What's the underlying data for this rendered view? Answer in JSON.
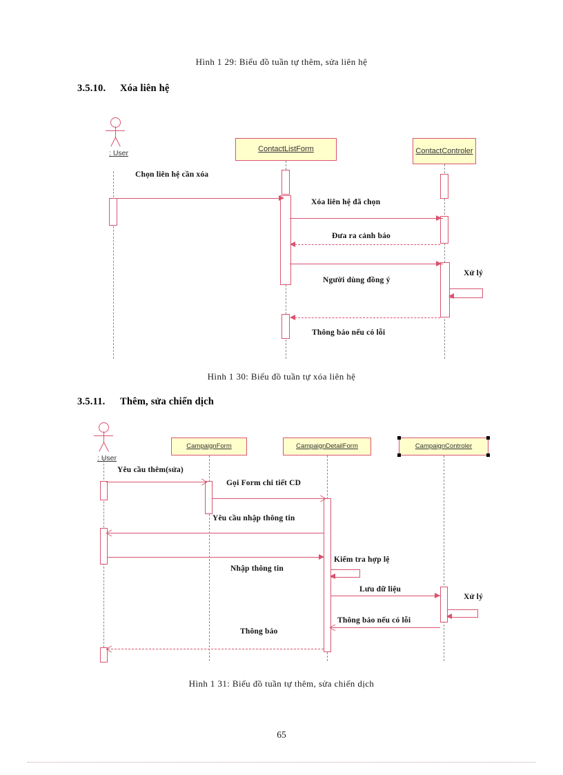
{
  "document": {
    "page_number": "65"
  },
  "captions": {
    "fig_129": "Hình 1 29: Biểu đồ tuần tự thêm, sửa liên hệ",
    "fig_130": "Hình 1 30: Biểu đồ tuần tự xóa liên hệ",
    "fig_131": "Hình 1 31: Biểu đồ tuần tự thêm, sửa chiến dịch"
  },
  "sections": [
    {
      "number": "3.5.10.",
      "title": "Xóa liên hệ"
    },
    {
      "number": "3.5.11.",
      "title": "Thêm, sửa chiến dịch"
    }
  ],
  "colors": {
    "lifebox_fill": "#ffffcc",
    "lifebox_border": "#d9536f",
    "message_line": "#d9536f",
    "lifeline": "#8a8a8a",
    "selection_handle": "#000000"
  },
  "diagram_delete_contact": {
    "title": "Biểu đồ tuần tự xóa liên hệ",
    "actor": {
      "name": ": User",
      "icon": "actor-stick-figure"
    },
    "participants": [
      {
        "id": "user",
        "label": ": User",
        "type": "actor"
      },
      {
        "id": "contact_list_form",
        "label": "ContactListForm",
        "type": "object"
      },
      {
        "id": "contact_controler",
        "label": "ContactControler",
        "type": "object"
      }
    ],
    "messages": [
      {
        "order": 1,
        "label": "Chọn liên hệ cần xóa",
        "from": "user",
        "to": "contact_list_form",
        "style": "solid",
        "direction": "right"
      },
      {
        "order": 2,
        "label": "Xóa liên hệ đã chọn",
        "from": "contact_list_form",
        "to": "contact_controler",
        "style": "solid",
        "direction": "right"
      },
      {
        "order": 3,
        "label": "Đưa ra cảnh báo",
        "from": "contact_controler",
        "to": "contact_list_form",
        "style": "dashed",
        "direction": "left"
      },
      {
        "order": 4,
        "label": "Người dùng đồng ý",
        "from": "contact_list_form",
        "to": "contact_controler",
        "style": "solid",
        "direction": "right"
      },
      {
        "order": 5,
        "label": "Xử lý",
        "from": "contact_controler",
        "to": "contact_controler",
        "style": "solid",
        "direction": "self"
      },
      {
        "order": 6,
        "label": "Thông báo nếu có lỗi",
        "from": "contact_controler",
        "to": "contact_list_form",
        "style": "dashed",
        "direction": "left"
      }
    ]
  },
  "diagram_campaign": {
    "title": "Biểu đồ tuần tự thêm, sửa chiến dịch",
    "actor": {
      "name": ": User",
      "icon": "actor-stick-figure"
    },
    "participants": [
      {
        "id": "user",
        "label": ": User",
        "type": "actor",
        "selected": false
      },
      {
        "id": "campaign_form",
        "label": "CampaignForm",
        "type": "object",
        "selected": false
      },
      {
        "id": "campaign_detail_form",
        "label": "CampaignDetailForm",
        "type": "object",
        "selected": false
      },
      {
        "id": "campaign_controler",
        "label": "CampaignControler",
        "type": "object",
        "selected": true
      }
    ],
    "messages": [
      {
        "order": 1,
        "label": "Yêu cầu thêm(sửa)",
        "from": "user",
        "to": "campaign_form",
        "style": "solid",
        "direction": "right"
      },
      {
        "order": 2,
        "label": "Gọi Form chi tiết CD",
        "from": "campaign_form",
        "to": "campaign_detail_form",
        "style": "solid",
        "direction": "right"
      },
      {
        "order": 3,
        "label": "Yêu cầu nhập thông tin",
        "from": "campaign_detail_form",
        "to": "user",
        "style": "solid",
        "direction": "left"
      },
      {
        "order": 4,
        "label": "Nhập thông tin",
        "from": "user",
        "to": "campaign_detail_form",
        "style": "solid",
        "direction": "right"
      },
      {
        "order": 5,
        "label": "Kiểm tra hợp lệ",
        "from": "campaign_detail_form",
        "to": "campaign_detail_form",
        "style": "solid",
        "direction": "self"
      },
      {
        "order": 6,
        "label": "Lưu dữ liệu",
        "from": "campaign_detail_form",
        "to": "campaign_controler",
        "style": "solid",
        "direction": "right"
      },
      {
        "order": 7,
        "label": "Xử lý",
        "from": "campaign_controler",
        "to": "campaign_controler",
        "style": "solid",
        "direction": "self"
      },
      {
        "order": 8,
        "label": "Thông báo nếu có lỗi",
        "from": "campaign_controler",
        "to": "campaign_detail_form",
        "style": "solid",
        "direction": "left"
      },
      {
        "order": 9,
        "label": "Thông báo",
        "from": "campaign_detail_form",
        "to": "user",
        "style": "dashed",
        "direction": "left"
      }
    ]
  }
}
